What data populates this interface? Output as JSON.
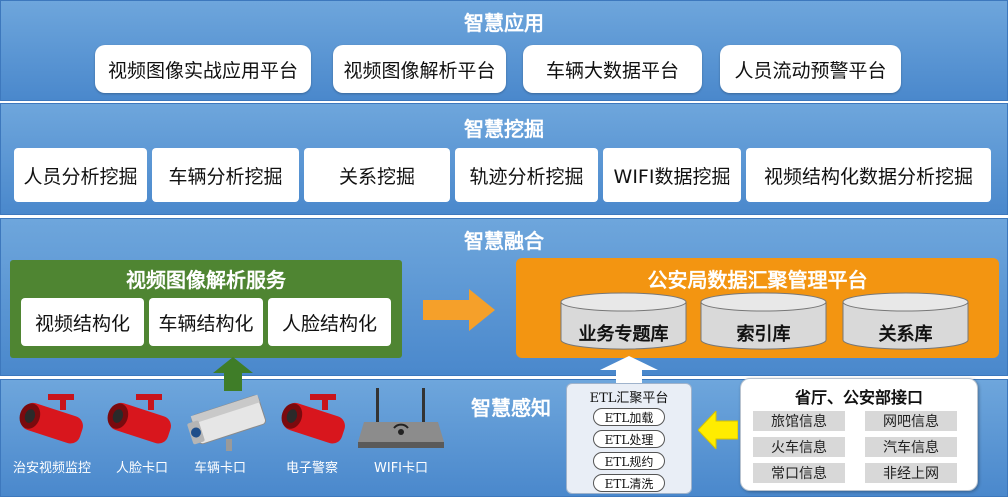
{
  "smart_application": {
    "title": "智慧应用",
    "items": [
      "视频图像实战应用平台",
      "视频图像解析平台",
      "车辆大数据平台",
      "人员流动预警平台"
    ]
  },
  "smart_mining": {
    "title": "智慧挖掘",
    "items": [
      "人员分析挖掘",
      "车辆分析挖掘",
      "关系挖掘",
      "轨迹分析挖掘",
      "WIFI数据挖掘",
      "视频结构化数据分析挖掘"
    ]
  },
  "smart_fusion": {
    "title": "智慧融合",
    "video_service": {
      "title": "视频图像解析服务",
      "items": [
        "视频结构化",
        "车辆结构化",
        "人脸结构化"
      ]
    },
    "platform": {
      "title": "公安局数据汇聚管理平台",
      "databases": [
        "业务专题库",
        "索引库",
        "关系库"
      ]
    }
  },
  "smart_perception": {
    "title": "智慧感知",
    "devices": [
      "治安视频监控",
      "人脸卡口",
      "车辆卡口",
      "电子警察",
      "WIFI卡口"
    ],
    "etl": {
      "title": "ETL汇聚平台",
      "items": [
        "ETL加载",
        "ETL处理",
        "ETL规约",
        "ETL清洗"
      ]
    },
    "interface": {
      "title": "省厅、公安部接口",
      "items": [
        "旅馆信息",
        "网吧信息",
        "火车信息",
        "汽车信息",
        "常口信息",
        "非经上网"
      ]
    }
  },
  "colors": {
    "layer_blue": "#4a88cc",
    "green_panel": "#4f8532",
    "orange_panel": "#f39511",
    "orange_arrow": "#f5a02a",
    "green_arrow": "#3f7d28",
    "yellow_arrow": "#ffec00",
    "camera_red": "#d8161d"
  }
}
